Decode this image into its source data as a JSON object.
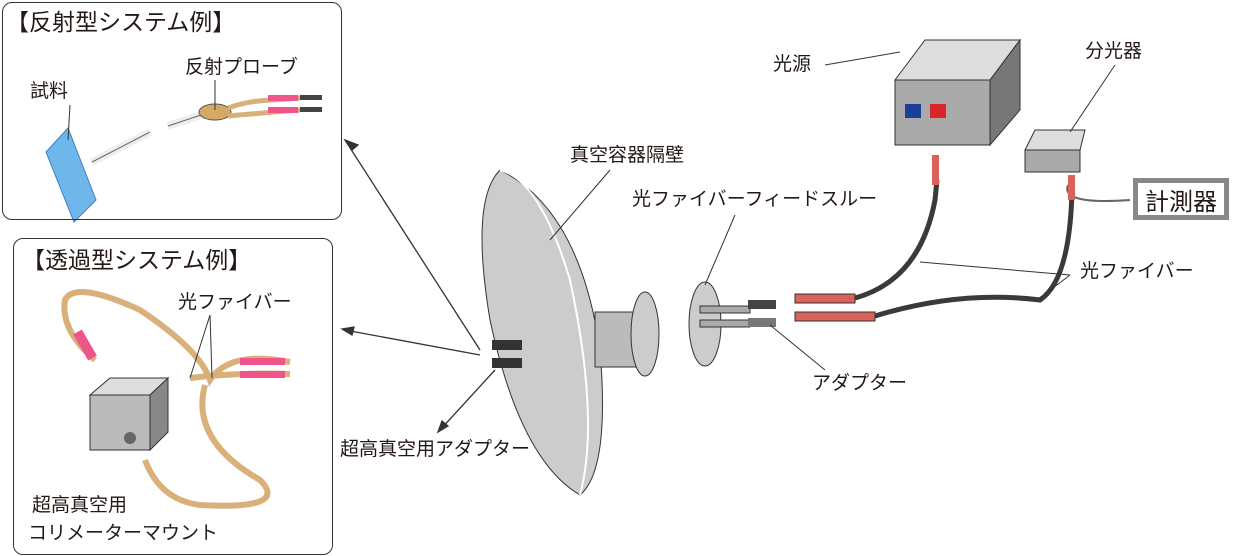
{
  "reflection_panel": {
    "title": "【反射型システム例】",
    "sample_label": "試料",
    "probe_label": "反射プローブ"
  },
  "transmission_panel": {
    "title": "【透過型システム例】",
    "fiber_label": "光ファイバー",
    "mount_label_line1": "超高真空用",
    "mount_label_line2": "コリメーターマウント"
  },
  "main": {
    "chamber_wall_label": "真空容器隔壁",
    "feedthrough_label": "光ファイバーフィードスルー",
    "light_source_label": "光源",
    "spectrometer_label": "分光器",
    "meter_label": "計測器",
    "fiber_label": "光ファイバー",
    "adapter_label": "アダプター",
    "uhv_adapter_label": "超高真空用アダプター"
  },
  "colors": {
    "fiber_dark": "#3a3a3a",
    "fiber_tan": "#d9b07a",
    "connector_red": "#d9625a",
    "sample_blue": "#5aa6e0",
    "box_gray": "#a9a9a9"
  }
}
